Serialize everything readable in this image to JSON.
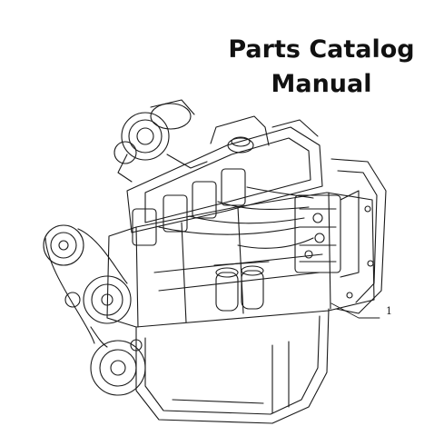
{
  "title": {
    "line1": "Parts Catalog",
    "line2": "Manual"
  },
  "illustration": {
    "subject": "engine-assembly-line-drawing",
    "callout": "1"
  },
  "colors": {
    "text": "#111111",
    "line": "#1a1a1a",
    "background": "#ffffff"
  }
}
